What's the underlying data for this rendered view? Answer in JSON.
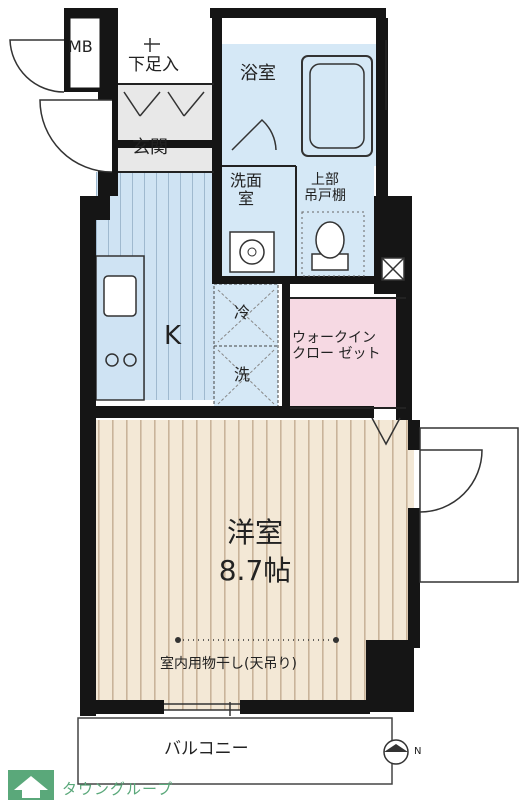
{
  "rooms": {
    "mb": "MB",
    "shoe_storage": "下足入",
    "entrance": "玄関",
    "bath": "浴室",
    "washroom_line1": "洗面",
    "washroom_line2": "室",
    "upper_cabinet_line1": "上部",
    "upper_cabinet_line2": "吊戸棚",
    "kitchen": "K",
    "fridge": "冷",
    "washer": "洗",
    "walk_in_closet_line1": "ウォークイン",
    "walk_in_closet_line2": "クロー ゼット",
    "western_room_line1": "洋室",
    "western_room_line2": "8.7帖",
    "drying_rail": "室内用物干し(天吊り)",
    "balcony": "バルコニー"
  },
  "compass": {
    "north_label": "N"
  },
  "brand": {
    "logo_icon": "house-logo-icon",
    "name": "タウングループ"
  },
  "colors": {
    "wall": "#151515",
    "kitchen_blue": "#cfe3f3",
    "bath_blue": "#d5e8f6",
    "closet_pink": "#f6d9e3",
    "floor_beige": "#f3e8d6",
    "floor_stripe": "#c9b49a",
    "logo_green": "#5aa87a"
  }
}
